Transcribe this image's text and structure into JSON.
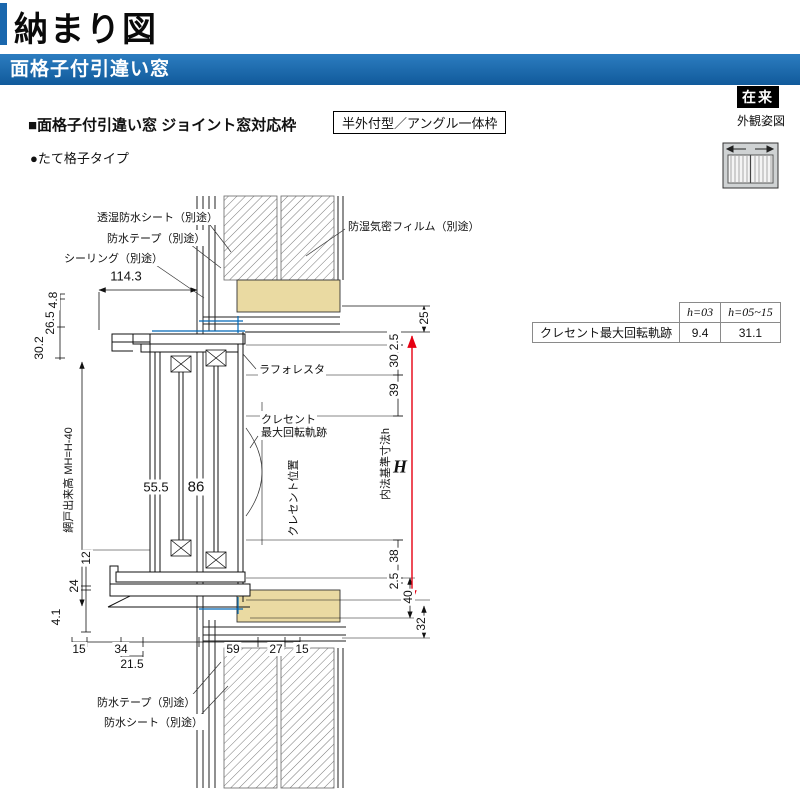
{
  "header": {
    "title": "納まり図",
    "banner": "面格子付引違い窓",
    "method_badge": "在来",
    "appearance_label": "外観姿図"
  },
  "section": {
    "heading": "■面格子付引違い窓 ジョイント窓対応枠",
    "frame_type_box": "半外付型／アングル一体枠",
    "grille_type": "●たて格子タイプ"
  },
  "drawing": {
    "callouts": {
      "breathable_sheet": "透湿防水シート（別途）",
      "waterproof_tape_top": "防水テープ（別途）",
      "sealing": "シーリング（別途）",
      "moisture_film": "防湿気密フィルム（別途）",
      "laforesta": "ラフォレスタ",
      "crescent_track_1": "クレセント",
      "crescent_track_2": "最大回転軌跡",
      "crescent_position": "クレセント位置",
      "inner_reference": "内法基準寸法h",
      "height_symbol": "H",
      "screen_height": "網戸出来高 MH=H-40",
      "waterproof_tape_bottom": "防水テープ（別途）",
      "waterproof_sheet_bottom": "防水シート（別途）"
    },
    "dimensions": {
      "top_width": "114.3",
      "head_4_8": "4.8",
      "head_26_5": "26.5",
      "head_30_2": "30.2",
      "mid_55_5": "55.5",
      "mid_86": "86",
      "right_25": "25",
      "right_2_5_top": "2.5",
      "right_30": "30",
      "right_39": "39",
      "right_38": "38",
      "right_2_5_bottom": "2.5",
      "right_40": "40",
      "right_32": "32",
      "left_12": "12",
      "left_24": "24",
      "left_4_1": "4.1",
      "bottom_15_left": "15",
      "bottom_34": "34",
      "bottom_21_5": "21.5",
      "bottom_59": "59",
      "bottom_27": "27",
      "bottom_15_right": "15"
    }
  },
  "table": {
    "col_h03": "h=03",
    "col_h0515": "h=05~15",
    "row_label": "クレセント最大回転軌跡",
    "val_h03": "9.4",
    "val_h0515": "31.1"
  },
  "colors": {
    "banner_blue": "#1a67ad",
    "accent_blue": "#0068b7",
    "dimension_red": "#e60012",
    "wood_fill": "#eadaa2"
  }
}
